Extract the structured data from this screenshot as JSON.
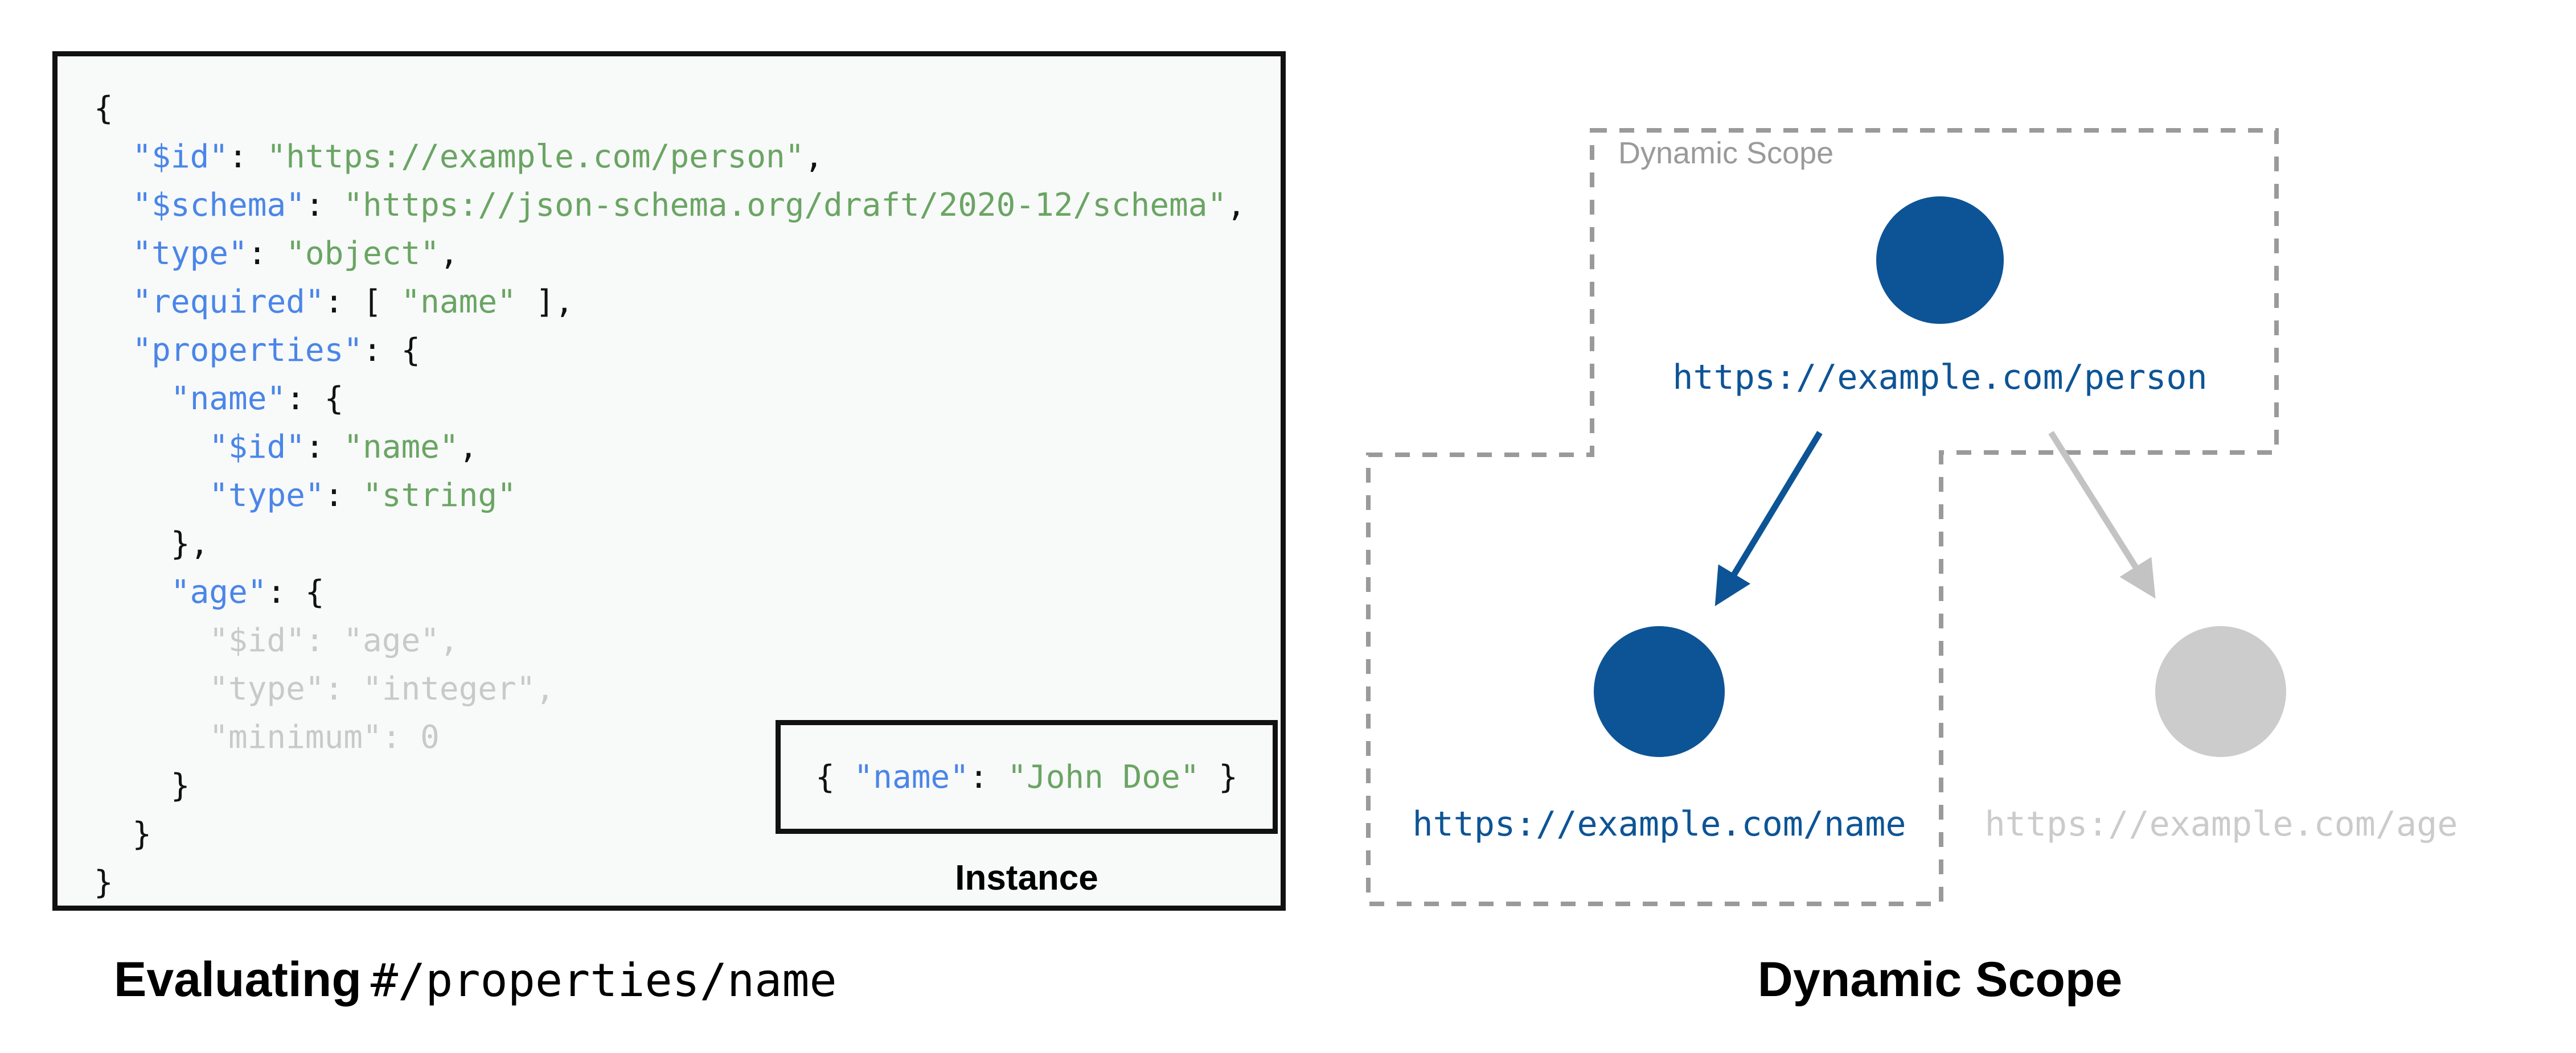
{
  "colors": {
    "node_blue": "#0d5496",
    "node_gray": "#cccccc",
    "key_blue": "#4a86e8",
    "str_green": "#6aa563",
    "dim_gray": "#c9c9c9",
    "dash_gray": "#9a9a9a",
    "arrow_gray": "#c3c3c3",
    "age_label_gray": "#cbcbcb",
    "panel_bg": "#f8f9f9",
    "ink": "#111111"
  },
  "left_panel": {
    "instance_label": "Instance",
    "caption_bold": "Evaluating",
    "caption_mono": "#/properties/name"
  },
  "diagram": {
    "scope_label": "Dynamic Scope",
    "caption": "Dynamic Scope",
    "person_url": "https://example.com/person",
    "name_url": "https://example.com/name",
    "age_url": "https://example.com/age"
  },
  "code_blocks": {
    "schema": {
      "lines": [
        [
          {
            "c": "p",
            "t": "{"
          }
        ],
        [
          {
            "c": "p",
            "t": "  "
          },
          {
            "c": "k",
            "t": "\"$id\""
          },
          {
            "c": "p",
            "t": ": "
          },
          {
            "c": "s",
            "t": "\"https://example.com/person\""
          },
          {
            "c": "p",
            "t": ","
          }
        ],
        [
          {
            "c": "p",
            "t": "  "
          },
          {
            "c": "k",
            "t": "\"$schema\""
          },
          {
            "c": "p",
            "t": ": "
          },
          {
            "c": "s",
            "t": "\"https://json-schema.org/draft/2020-12/schema\""
          },
          {
            "c": "p",
            "t": ","
          }
        ],
        [
          {
            "c": "p",
            "t": "  "
          },
          {
            "c": "k",
            "t": "\"type\""
          },
          {
            "c": "p",
            "t": ": "
          },
          {
            "c": "s",
            "t": "\"object\""
          },
          {
            "c": "p",
            "t": ","
          }
        ],
        [
          {
            "c": "p",
            "t": "  "
          },
          {
            "c": "k",
            "t": "\"required\""
          },
          {
            "c": "p",
            "t": ": [ "
          },
          {
            "c": "s",
            "t": "\"name\""
          },
          {
            "c": "p",
            "t": " ],"
          }
        ],
        [
          {
            "c": "p",
            "t": "  "
          },
          {
            "c": "k",
            "t": "\"properties\""
          },
          {
            "c": "p",
            "t": ": {"
          }
        ],
        [
          {
            "c": "p",
            "t": "    "
          },
          {
            "c": "k",
            "t": "\"name\""
          },
          {
            "c": "p",
            "t": ": {"
          }
        ],
        [
          {
            "c": "p",
            "t": "      "
          },
          {
            "c": "k",
            "t": "\"$id\""
          },
          {
            "c": "p",
            "t": ": "
          },
          {
            "c": "s",
            "t": "\"name\""
          },
          {
            "c": "p",
            "t": ","
          }
        ],
        [
          {
            "c": "p",
            "t": "      "
          },
          {
            "c": "k",
            "t": "\"type\""
          },
          {
            "c": "p",
            "t": ": "
          },
          {
            "c": "s",
            "t": "\"string\""
          }
        ],
        [
          {
            "c": "p",
            "t": "    },"
          }
        ],
        [
          {
            "c": "p",
            "t": "    "
          },
          {
            "c": "k",
            "t": "\"age\""
          },
          {
            "c": "p",
            "t": ": {"
          }
        ],
        [
          {
            "c": "d",
            "t": "      \"$id\": \"age\","
          }
        ],
        [
          {
            "c": "d",
            "t": "      \"type\": \"integer\","
          }
        ],
        [
          {
            "c": "d",
            "t": "      \"minimum\": 0"
          }
        ],
        [
          {
            "c": "p",
            "t": "    }"
          }
        ],
        [
          {
            "c": "p",
            "t": "  }"
          }
        ],
        [
          {
            "c": "p",
            "t": "}"
          }
        ]
      ]
    },
    "instance": {
      "lines": [
        [
          {
            "c": "p",
            "t": "{ "
          },
          {
            "c": "k",
            "t": "\"name\""
          },
          {
            "c": "p",
            "t": ": "
          },
          {
            "c": "s",
            "t": "\"John Doe\""
          },
          {
            "c": "p",
            "t": " }"
          }
        ]
      ]
    }
  }
}
